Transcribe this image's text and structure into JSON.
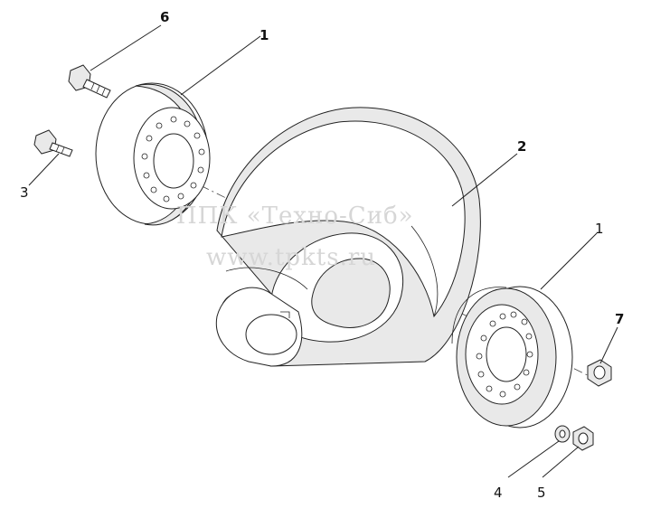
{
  "callouts": {
    "c1_top": "1",
    "c2": "2",
    "c3": "3",
    "c6": "6",
    "c1_right": "1",
    "c7": "7",
    "c4": "4",
    "c5": "5"
  },
  "watermark": {
    "line1": "ППК «Техно-Сиб»",
    "line2": "www.tpkts.ru"
  }
}
